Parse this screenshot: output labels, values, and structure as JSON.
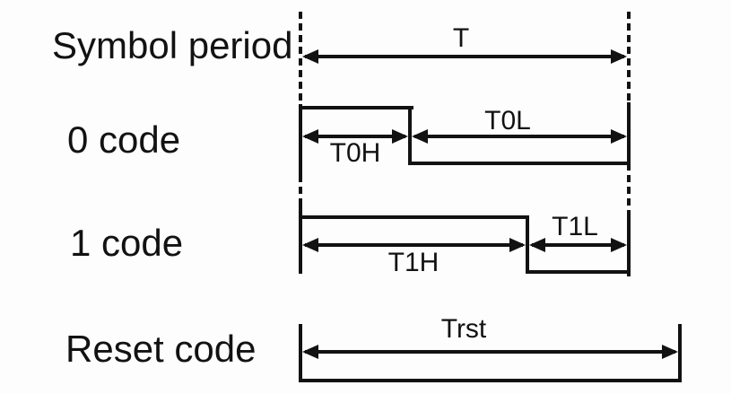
{
  "colors": {
    "line": "#121212",
    "text": "#121212",
    "background": "#fdfdfd"
  },
  "rows": [
    {
      "name": "symbol-period",
      "label": "Symbol period",
      "arrows": [
        {
          "label": "T"
        }
      ]
    },
    {
      "name": "zero-code",
      "label": "0 code",
      "arrows": [
        {
          "label": "T0H"
        },
        {
          "label": "T0L"
        }
      ]
    },
    {
      "name": "one-code",
      "label": "1 code",
      "arrows": [
        {
          "label": "T1H"
        },
        {
          "label": "T1L"
        }
      ]
    },
    {
      "name": "reset-code",
      "label": "Reset code",
      "arrows": [
        {
          "label": "Trst"
        }
      ]
    }
  ]
}
